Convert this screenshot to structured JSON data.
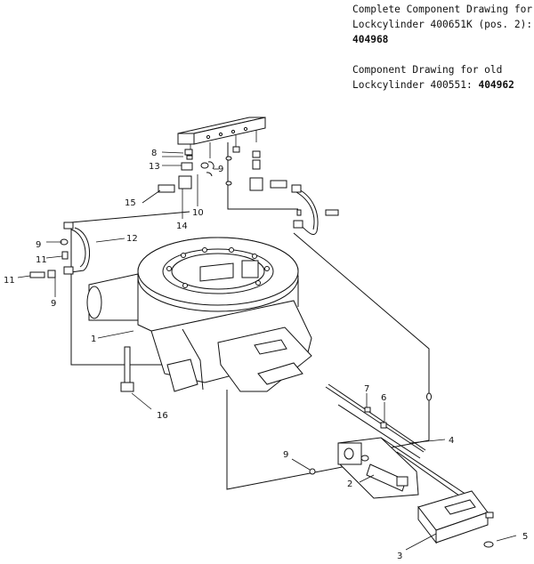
{
  "notes": {
    "complete_line1": "Complete Component Drawing for",
    "complete_line2": "Lockcylinder 400651K (pos. 2):",
    "complete_number": "404968",
    "old_line1": "Component Drawing for old",
    "old_line2_prefix": "Lockcylinder 400551: ",
    "old_number": "404962"
  },
  "labels": {
    "p1": "1",
    "p2": "2",
    "p3": "3",
    "p4": "4",
    "p5": "5",
    "p6": "6",
    "p7": "7",
    "p8": "8",
    "p9a": "9",
    "p9b": "9",
    "p9c": "9",
    "p9d": "9",
    "p10": "10",
    "p11a": "11",
    "p11b": "11",
    "p12": "12",
    "p13": "13",
    "p14": "14",
    "p15": "15",
    "p16": "16"
  }
}
